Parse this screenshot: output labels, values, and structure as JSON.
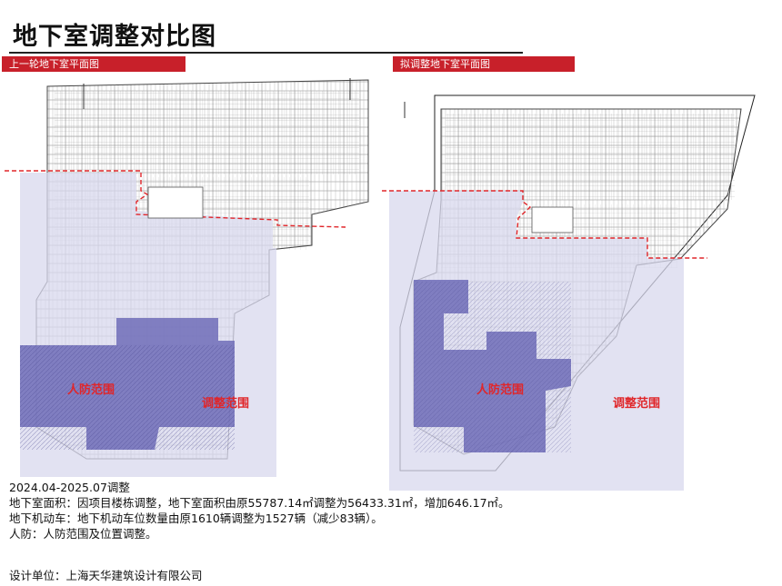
{
  "header": {
    "title": "地下室调整对比图"
  },
  "panels": {
    "left": {
      "tag": "上一轮地下室平面图",
      "civil_defense_label": "人防范围",
      "adjust_label": "调整范围"
    },
    "right": {
      "tag": "拟调整地下室平面图",
      "civil_defense_label": "人防范围",
      "adjust_label": "调整范围"
    }
  },
  "notes": {
    "line1": "2024.04-2025.07调整",
    "line2": "地下室面积：因项目楼栋调整，地下室面积由原55787.14㎡调整为56433.31㎡，增加646.17㎡。",
    "line3": "地下机动车：地下机动车位数量由原1610辆调整为1527辆（减少83辆）。",
    "line4": "人防：人防范围及位置调整。"
  },
  "footer": {
    "company": "设计单位：上海天华建筑设计有限公司"
  },
  "colors": {
    "accent_red": "#c8202a",
    "adjust_zone": "#d8d8ee",
    "civil_defense_zone": "#6e6cb8",
    "label_red": "#e0262a"
  }
}
